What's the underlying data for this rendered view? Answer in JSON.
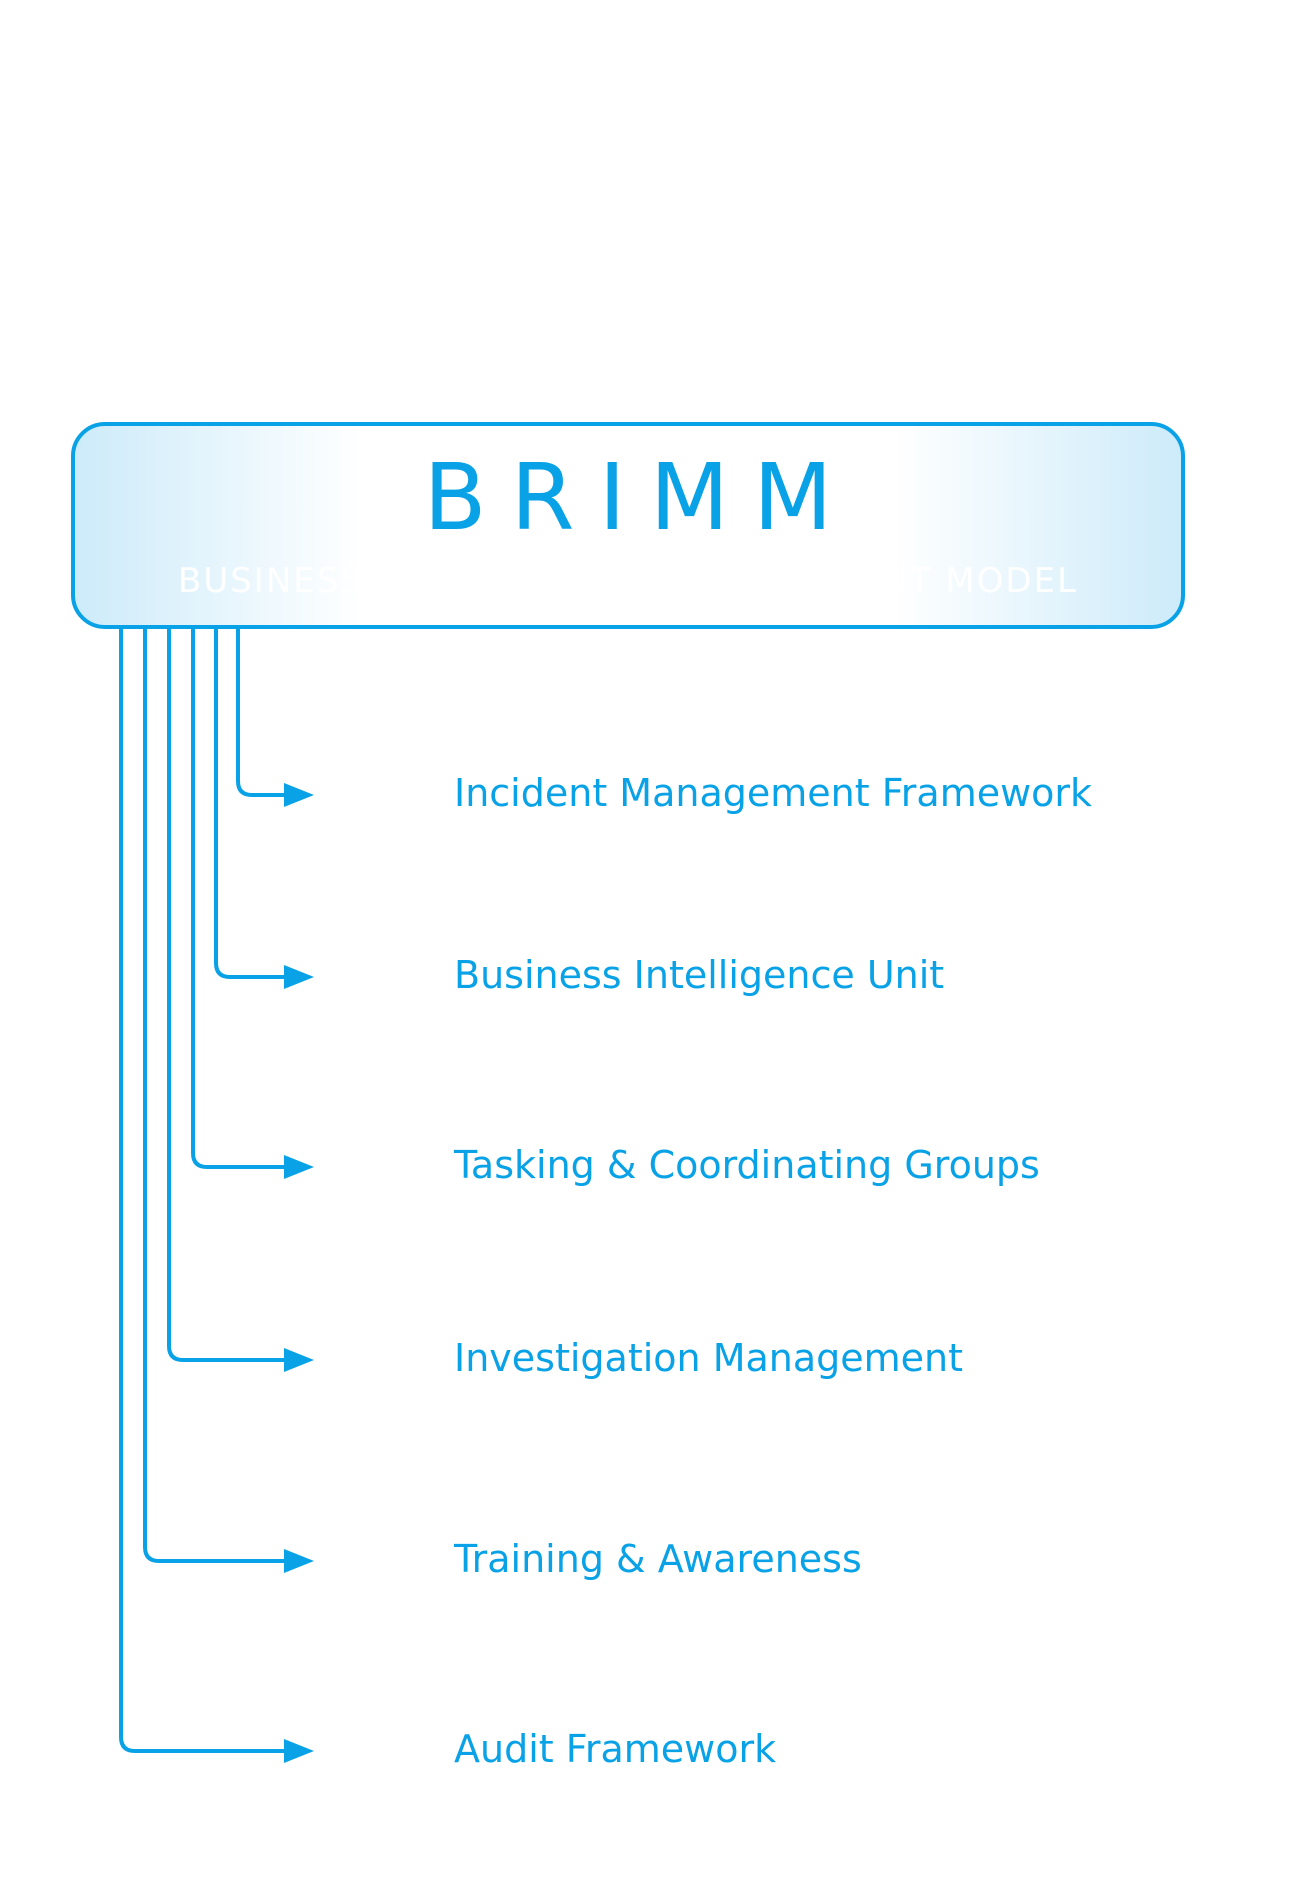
{
  "header": {
    "title": "BRIMM",
    "subtitle": "BUSINESS RISK INCIDENT MANAGEMENT MODEL"
  },
  "colors": {
    "accent": "#0aa2e6",
    "gradient_edge": "#cdebfa",
    "background": "#ffffff"
  },
  "items": [
    {
      "label": "Incident Management Framework"
    },
    {
      "label": "Business Intelligence Unit"
    },
    {
      "label": "Tasking & Coordinating Groups"
    },
    {
      "label": "Investigation Management"
    },
    {
      "label": "Training & Awareness"
    },
    {
      "label": "Audit Framework"
    }
  ]
}
